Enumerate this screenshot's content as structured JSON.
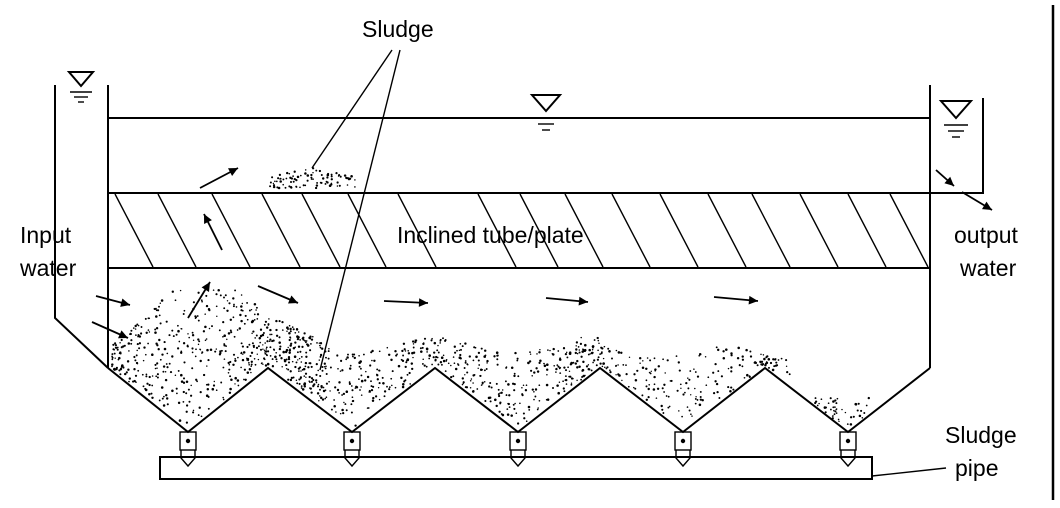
{
  "labels": {
    "sludge_top": "Sludge",
    "inclined": "Inclined tube/plate",
    "input_line1": "Input",
    "input_line2": "water",
    "output_line1": "output",
    "output_line2": "water",
    "pipe_line1": "Sludge",
    "pipe_line2": "pipe"
  },
  "colors": {
    "ink": "#000000",
    "background": "#ffffff"
  },
  "icons": [
    "water-level-icon",
    "flow-arrow-icon",
    "sludge-valve-icon"
  ]
}
